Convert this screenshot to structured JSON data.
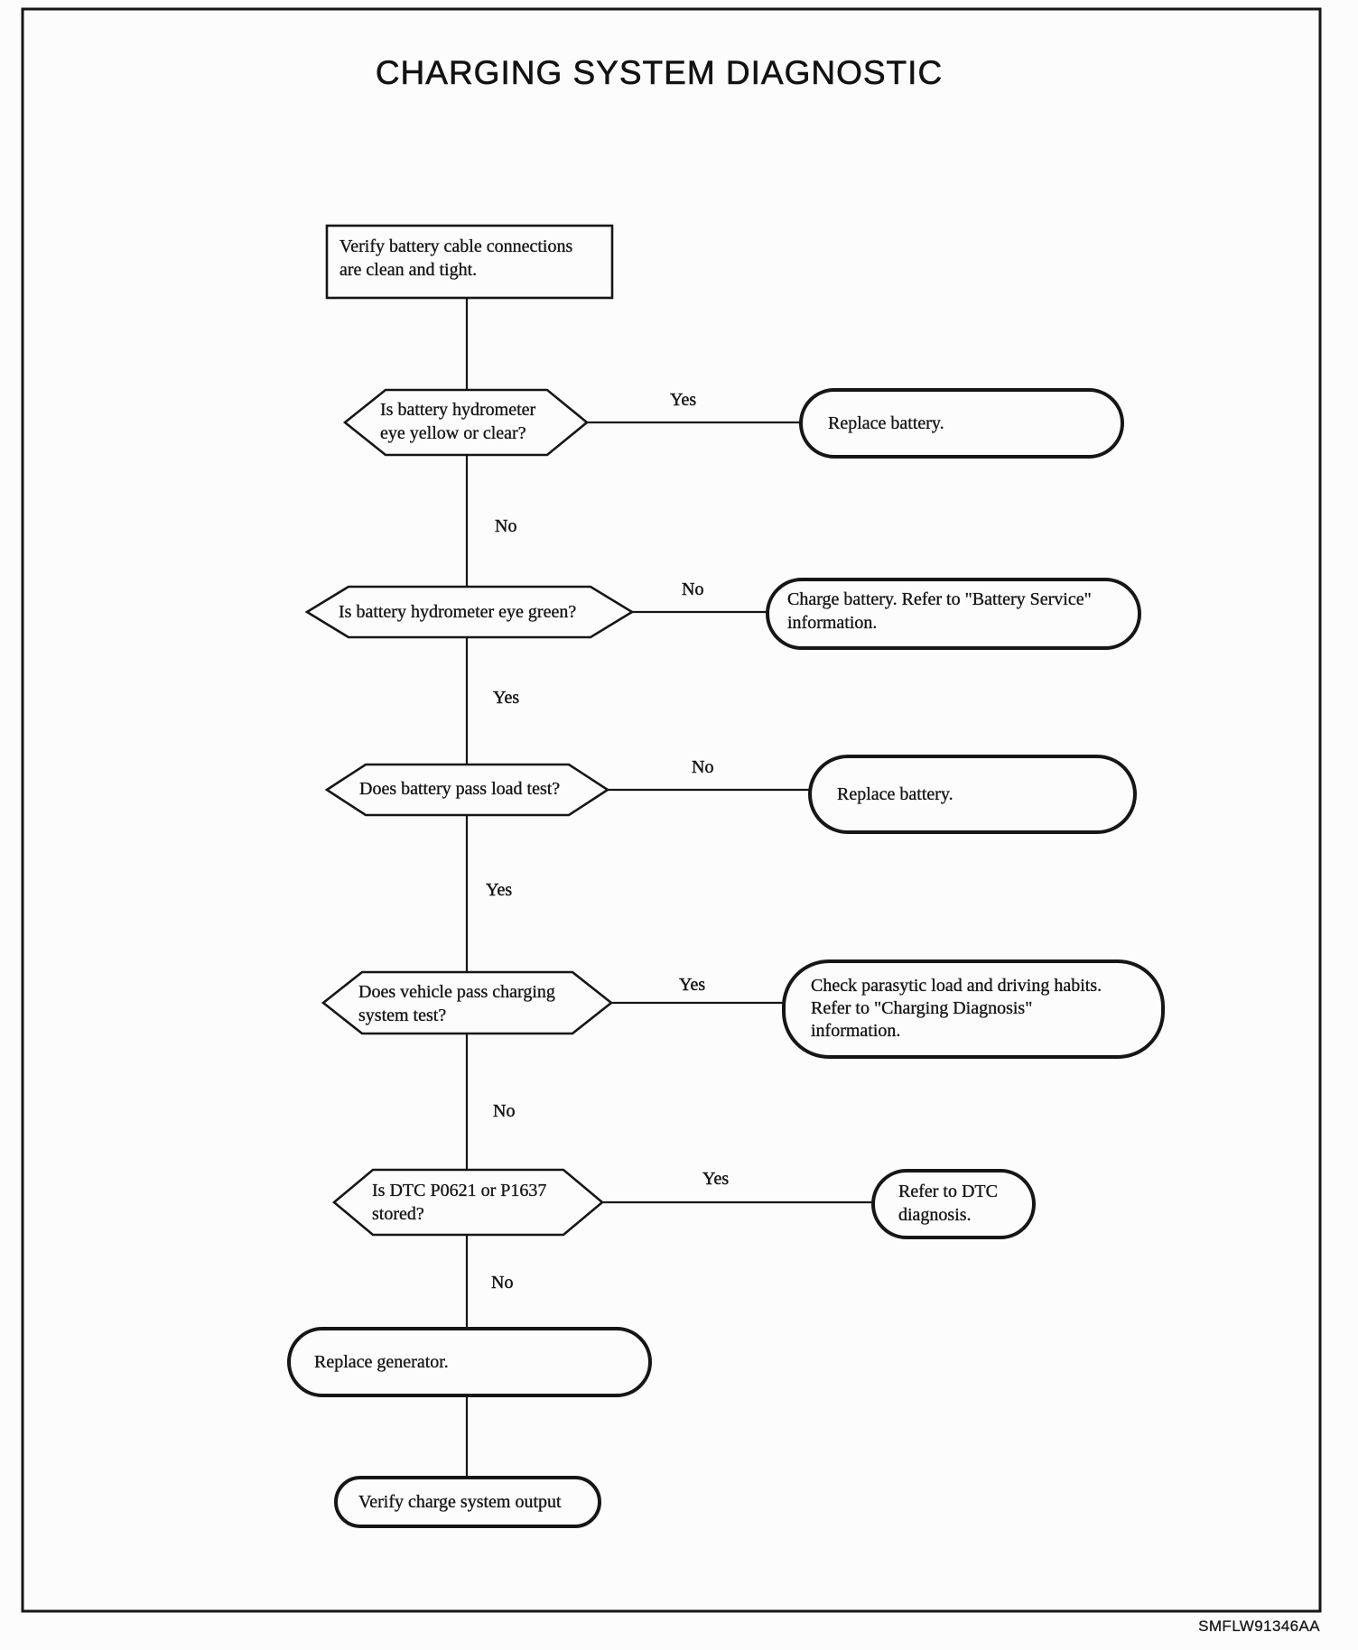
{
  "title": "CHARGING SYSTEM DIAGNOSTIC",
  "figure_code": "SMFLW91346AA",
  "colors": {
    "ink": "#161616",
    "paper": "#fcfcfc"
  },
  "nodes": {
    "start": {
      "type": "process",
      "lines": [
        "Verify battery cable connections",
        "are clean and tight."
      ]
    },
    "decision1": {
      "type": "decision",
      "lines": [
        "Is battery hydrometer",
        "eye yellow or clear?"
      ]
    },
    "result1": {
      "type": "terminal",
      "lines": [
        "Replace battery."
      ]
    },
    "decision2": {
      "type": "decision",
      "lines": [
        "Is battery hydrometer eye green?"
      ]
    },
    "result2": {
      "type": "terminal",
      "lines": [
        "Charge battery. Refer to \"Battery Service\"",
        "information."
      ]
    },
    "decision3": {
      "type": "decision",
      "lines": [
        "Does battery pass load test?"
      ]
    },
    "result3": {
      "type": "terminal",
      "lines": [
        "Replace battery."
      ]
    },
    "decision4": {
      "type": "decision",
      "lines": [
        "Does vehicle pass charging",
        "system test?"
      ]
    },
    "result4": {
      "type": "terminal",
      "lines": [
        "Check parasytic load and driving habits.",
        "Refer to \"Charging Diagnosis\"",
        "information."
      ]
    },
    "decision5": {
      "type": "decision",
      "lines": [
        "Is DTC P0621 or P1637",
        "stored?"
      ]
    },
    "result5": {
      "type": "terminal",
      "lines": [
        "Refer to DTC",
        "diagnosis."
      ]
    },
    "replace_generator": {
      "type": "terminal",
      "lines": [
        "Replace generator."
      ]
    },
    "end": {
      "type": "terminal",
      "lines": [
        "Verify charge system output"
      ]
    }
  },
  "labels": {
    "d1_branch": "Yes",
    "d1_down": "No",
    "d2_branch": "No",
    "d2_down": "Yes",
    "d3_branch": "No",
    "d3_down": "Yes",
    "d4_branch": "Yes",
    "d4_down": "No",
    "d5_branch": "Yes",
    "d5_down": "No"
  }
}
